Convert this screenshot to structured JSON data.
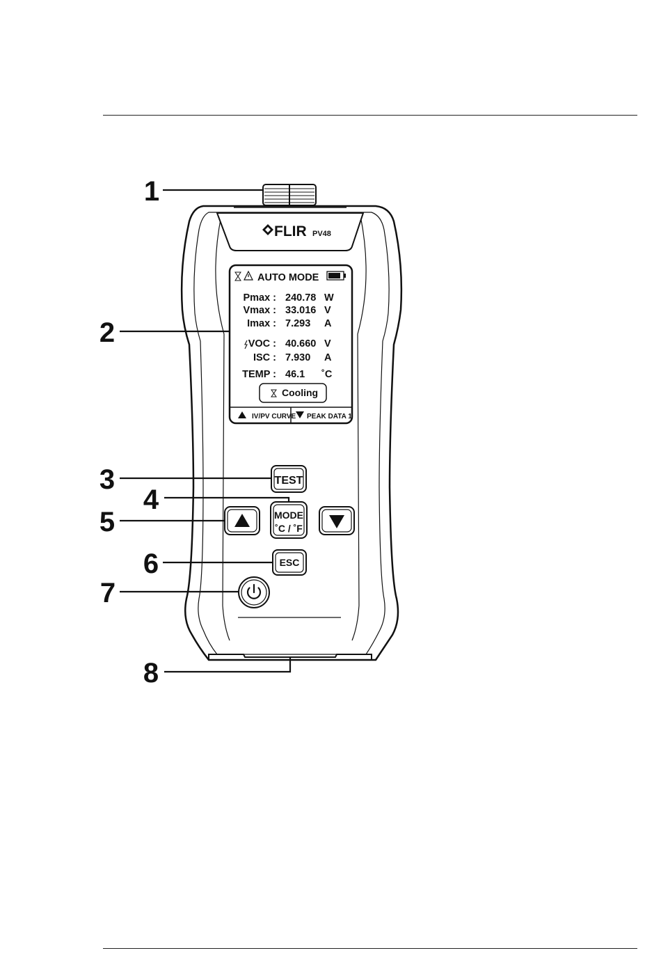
{
  "device": {
    "brand": "FLIR",
    "model": "PV48",
    "screen": {
      "mode_title": "AUTO MODE",
      "readings": [
        {
          "label": "Pmax :",
          "value": "240.78",
          "unit": "W"
        },
        {
          "label": "Vmax :",
          "value": "33.016",
          "unit": "V"
        },
        {
          "label": "Imax :",
          "value": "7.293",
          "unit": "A"
        },
        {
          "label": "VOC :",
          "value": "40.660",
          "unit": "V"
        },
        {
          "label": "ISC :",
          "value": "7.930",
          "unit": "A"
        },
        {
          "label": "TEMP :",
          "value": "46.1",
          "unit": "˚C"
        }
      ],
      "status": "Cooling",
      "softkeys": {
        "left": "IV/PV CURVE",
        "right": "PEAK DATA 1"
      }
    },
    "buttons": {
      "test": "TEST",
      "mode_line1": "MODE",
      "mode_line2": "˚C / ˚F",
      "esc": "ESC"
    }
  },
  "callouts": [
    "1",
    "2",
    "3",
    "4",
    "5",
    "6",
    "7",
    "8"
  ]
}
